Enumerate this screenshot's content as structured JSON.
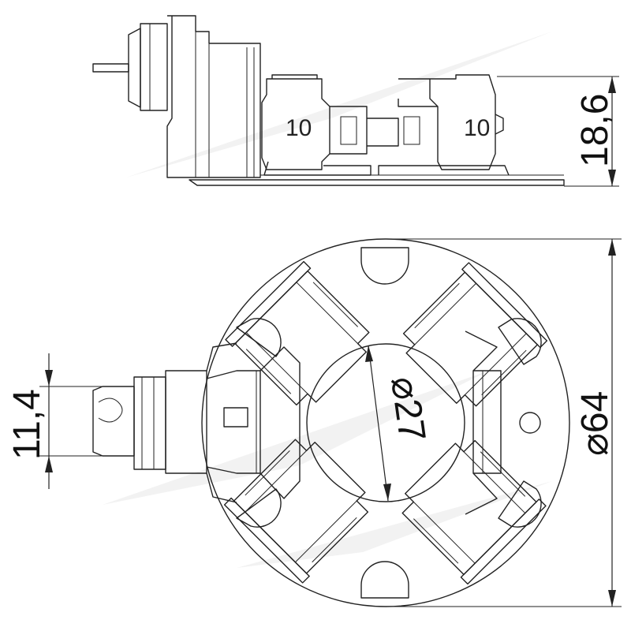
{
  "side_view": {
    "brush_labels": [
      "10",
      "10"
    ],
    "height_dimension": "18,6"
  },
  "top_view": {
    "outer_diameter": "⌀64",
    "inner_diameter": "⌀27",
    "connector_dimension": "11,4"
  }
}
